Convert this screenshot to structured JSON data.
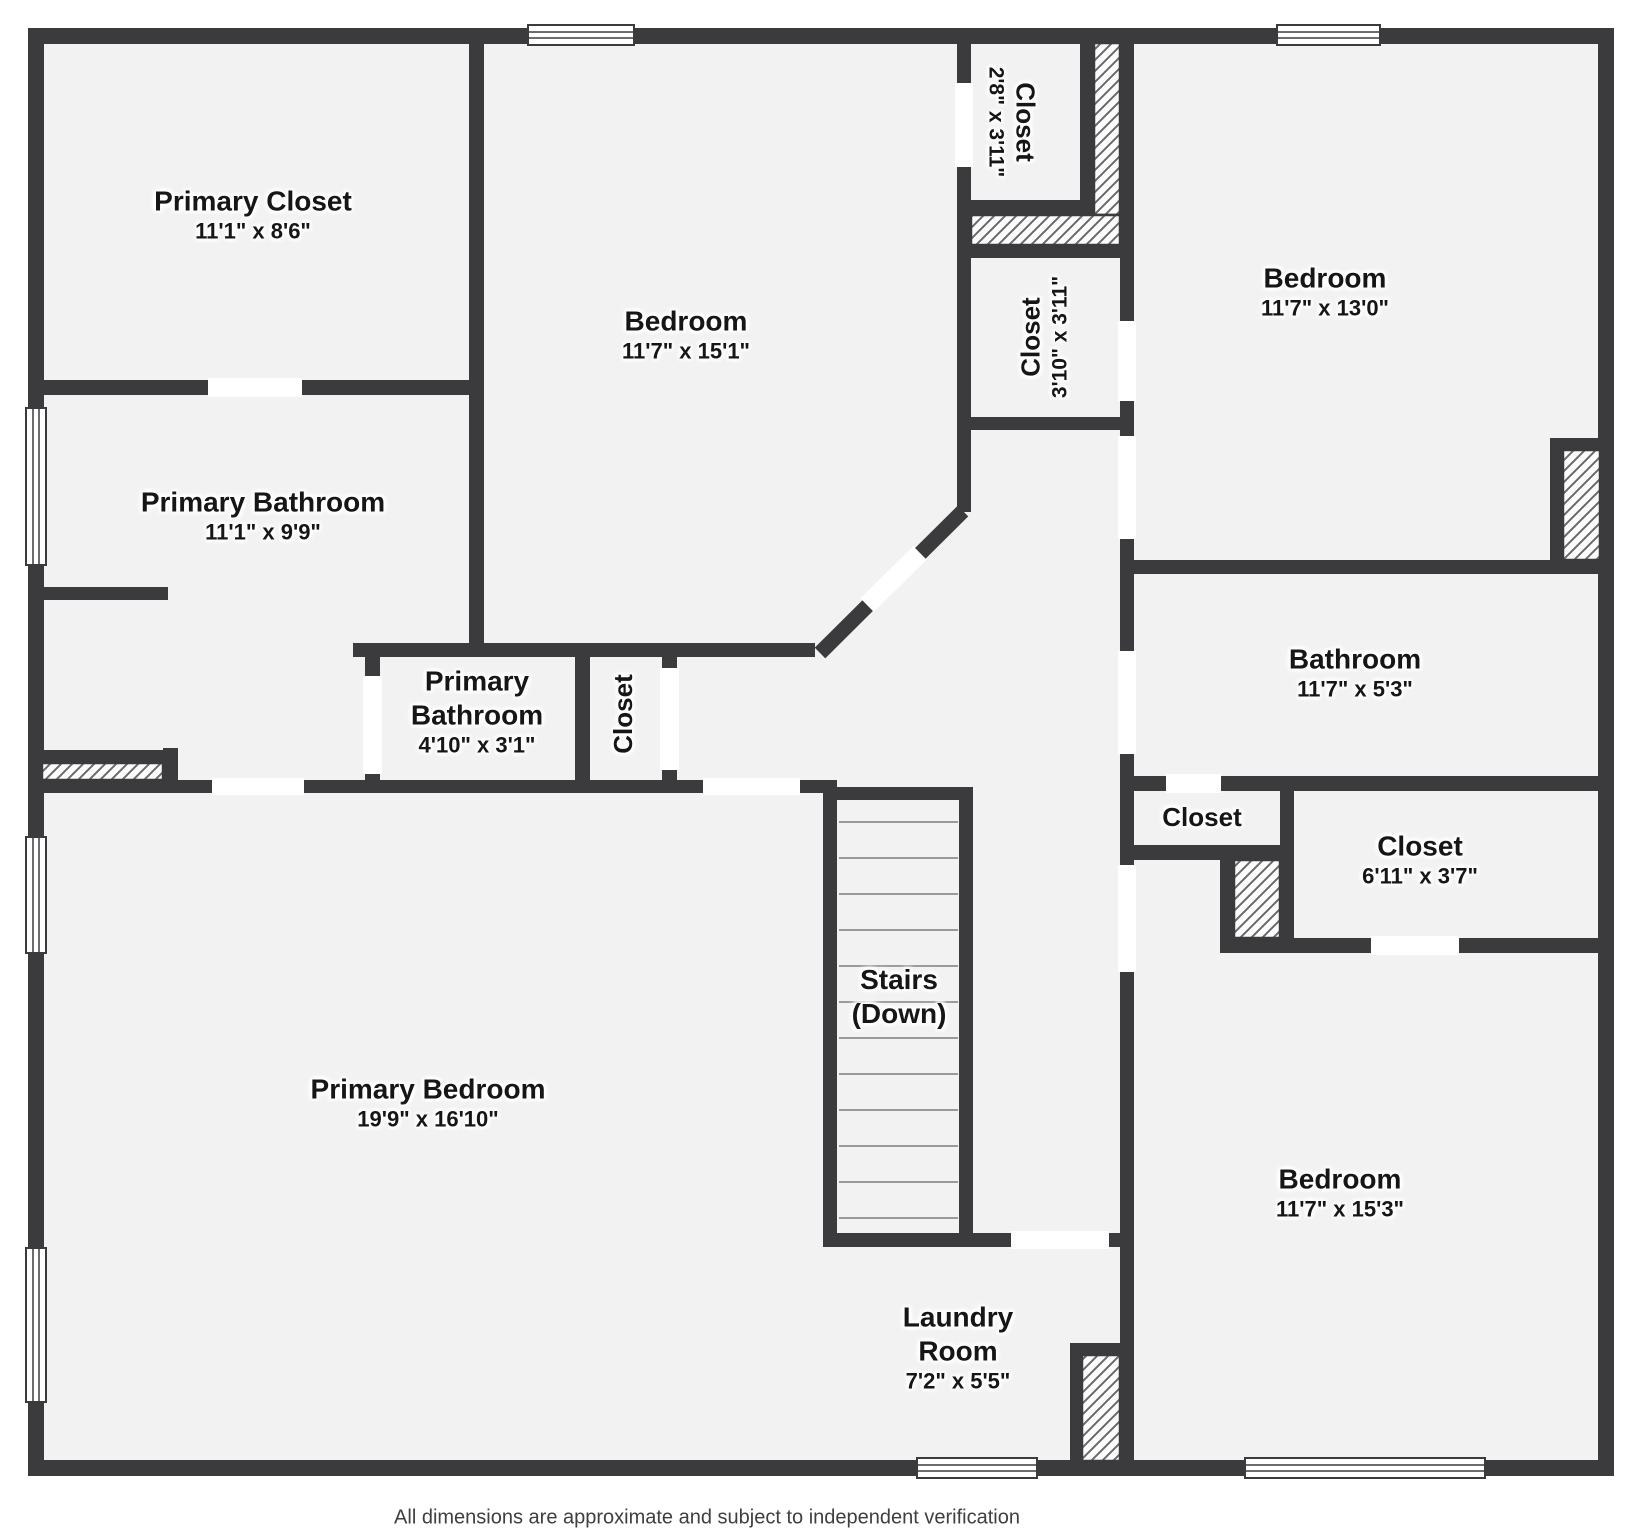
{
  "footer": {
    "disclaimer": "All dimensions are approximate and subject to independent verification"
  },
  "rooms": {
    "primary_closet": {
      "name": "Primary Closet",
      "dims": "11'1\" x 8'6\""
    },
    "bedroom_top": {
      "name": "Bedroom",
      "dims": "11'7\" x 15'1\""
    },
    "closet_small_top": {
      "name": "Closet",
      "dims": "2'8\" x 3'11\""
    },
    "bedroom_top_right": {
      "name": "Bedroom",
      "dims": "11'7\" x 13'0\""
    },
    "primary_bathroom": {
      "name": "Primary Bathroom",
      "dims": "11'1\" x 9'9\""
    },
    "primary_bathroom_small": {
      "name": "Primary Bathroom",
      "dims": "4'10\" x 3'1\""
    },
    "closet_mid": {
      "name": "Closet"
    },
    "closet_310": {
      "name": "Closet",
      "dims": "3'10\" x 3'11\""
    },
    "bathroom": {
      "name": "Bathroom",
      "dims": "11'7\" x 5'3\""
    },
    "closet_linen": {
      "name": "Closet"
    },
    "closet_611": {
      "name": "Closet",
      "dims": "6'11\" x 3'7\""
    },
    "primary_bedroom": {
      "name": "Primary Bedroom",
      "dims": "19'9\" x 16'10\""
    },
    "stairs": {
      "name": "Stairs (Down)"
    },
    "laundry": {
      "name": "Laundry Room",
      "dims": "7'2\" x 5'5\""
    },
    "bedroom_bottom_right": {
      "name": "Bedroom",
      "dims": "11'7\" x 15'3\""
    }
  }
}
